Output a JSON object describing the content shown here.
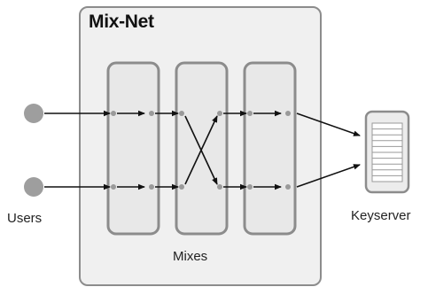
{
  "diagram": {
    "title": "Mix-Net",
    "mixes_label": "Mixes",
    "users_label": "Users",
    "keyserver_label": "Keyserver",
    "mix_count": 3,
    "user_count": 2,
    "connections": {
      "user_to_mix": "straight",
      "mix1_to_mix2": "straight",
      "within_mix2": "crossed",
      "mix2_to_mix3": "straight",
      "mix3_to_keyserver": "converging"
    },
    "colors": {
      "panel_fill": "#f0f0f0",
      "panel_stroke": "#8c8c8c",
      "mix_fill": "#e8e8e8",
      "mix_stroke": "#8c8c8c",
      "user_fill": "#9e9e9e",
      "dot_fill": "#9a9a9a",
      "arrow": "#111111",
      "keyserver_fill": "#ececec",
      "keyserver_stroke": "#8c8c8c"
    },
    "icons": [
      "user-icon",
      "server-icon"
    ]
  }
}
